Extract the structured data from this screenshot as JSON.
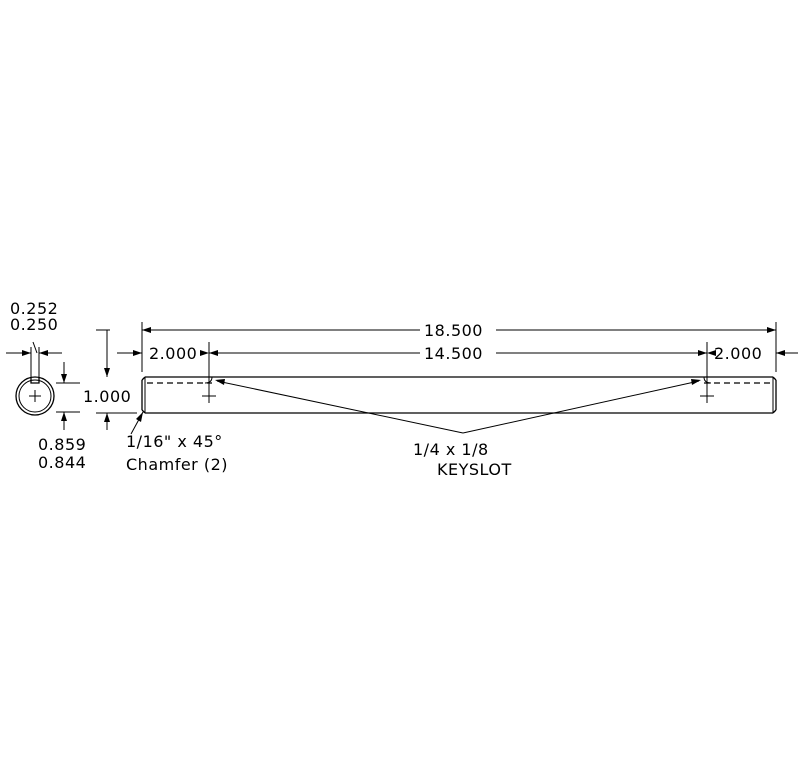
{
  "end_view": {
    "slot_width_max": "0.252",
    "slot_width_min": "0.250",
    "slot_depth_max": "0.859",
    "slot_depth_min": "0.844"
  },
  "shaft": {
    "diameter": "1.000",
    "overall_length": "18.500",
    "keyslot_length": "14.500",
    "left_offset": "2.000",
    "right_offset": "2.000"
  },
  "notes": {
    "chamfer_line1": "1/16\" x 45°",
    "chamfer_line2": "Chamfer (2)",
    "keyslot_line1": "1/4 x 1/8",
    "keyslot_line2": "KEYSLOT"
  }
}
